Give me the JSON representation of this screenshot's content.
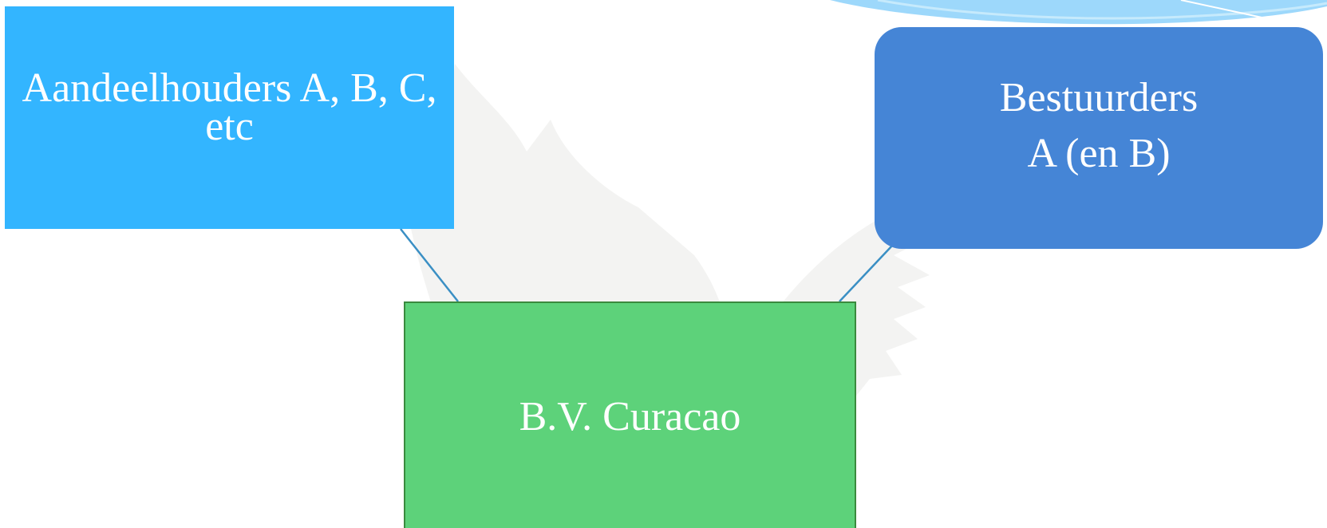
{
  "diagram": {
    "shareholders": {
      "lines": [
        "Aandeelhouders A, B, C,",
        "etc"
      ],
      "color": "#33b5ff"
    },
    "directors": {
      "lines": [
        "Bestuurders",
        "A (en B)"
      ],
      "color": "#4585d6"
    },
    "company": {
      "label": "B.V. Curacao",
      "color": "#5dd27a"
    },
    "connector_color": "#3a8fc4"
  }
}
